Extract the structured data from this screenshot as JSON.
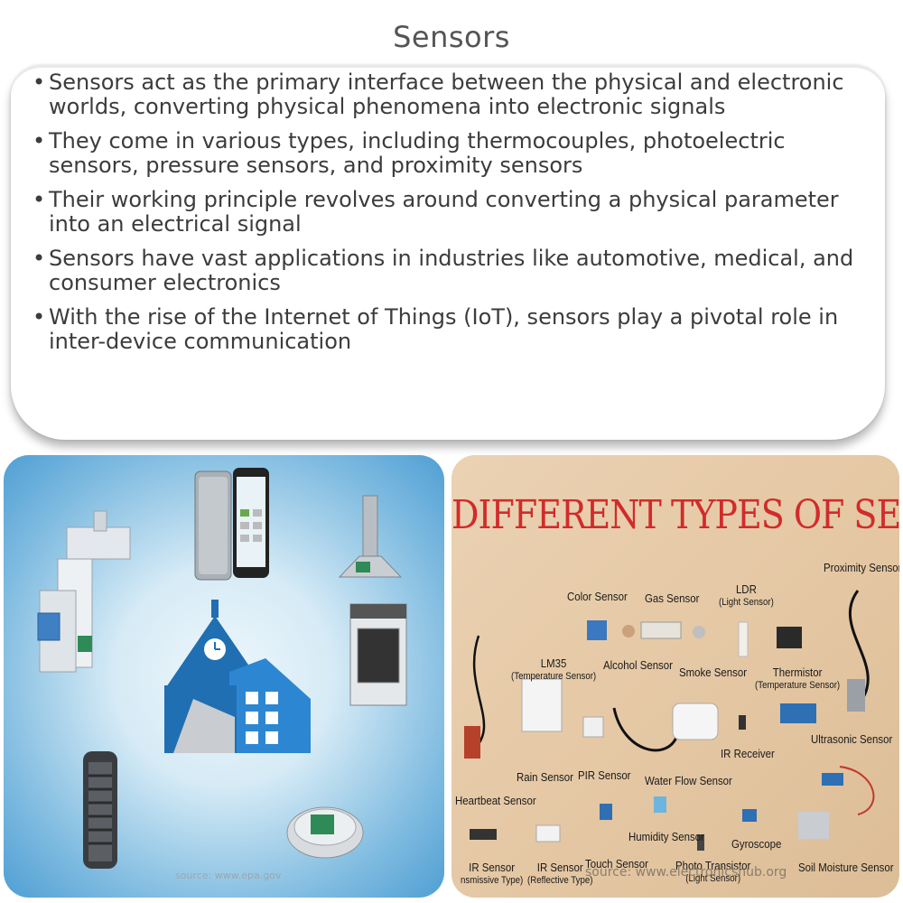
{
  "title": "Sensors",
  "bullets": [
    "Sensors act as the primary interface between the physical and electronic worlds, converting physical phenomena into electronic signals",
    "They come in various types, including thermocouples, photoelectric sensors, pressure sensors, and proximity sensors",
    "Their working principle revolves around converting a physical parameter into an electrical signal",
    "Sensors have vast applications in industries like automotive, medical, and consumer electronics",
    "With the rise of the Internet of Things (IoT), sensors play a pivotal role in inter-device communication"
  ],
  "left_image": {
    "source": "source: www.epa.gov"
  },
  "right_image": {
    "heading": "DIFFERENT TYPES OF SENSORS",
    "source": "source: www.electronicshub.org",
    "labels": {
      "proximity": "Proximity Sensor",
      "color": "Color Sensor",
      "gas": "Gas Sensor",
      "ldr": "LDR",
      "ldr_sub": "(Light Sensor)",
      "lm35": "LM35",
      "lm35_sub": "(Temperature Sensor)",
      "alcohol": "Alcohol Sensor",
      "smoke": "Smoke Sensor",
      "thermistor": "Thermistor",
      "thermistor_sub": "(Temperature Sensor)",
      "ultrasonic": "Ultrasonic Sensor",
      "ir_receiver": "IR Receiver",
      "rain": "Rain Sensor",
      "pir": "PIR Sensor",
      "water_flow": "Water Flow Sensor",
      "heartbeat": "Heartbeat Sensor",
      "humidity": "Humidity Sensor",
      "gyroscope": "Gyroscope",
      "ir_trans": "IR Sensor",
      "ir_trans_sub": "nsmissive Type)",
      "ir_refl": "IR Sensor",
      "ir_refl_sub": "(Reflective Type)",
      "touch": "Touch Sensor",
      "photo": "Photo Transistor",
      "photo_sub": "(Light Sensor)",
      "soil": "Soil Moisture Sensor"
    }
  },
  "colors": {
    "heading_red": "#d12b2b",
    "house_blue": "#1f6fb2",
    "sky_blue": "#4f9fd4"
  }
}
